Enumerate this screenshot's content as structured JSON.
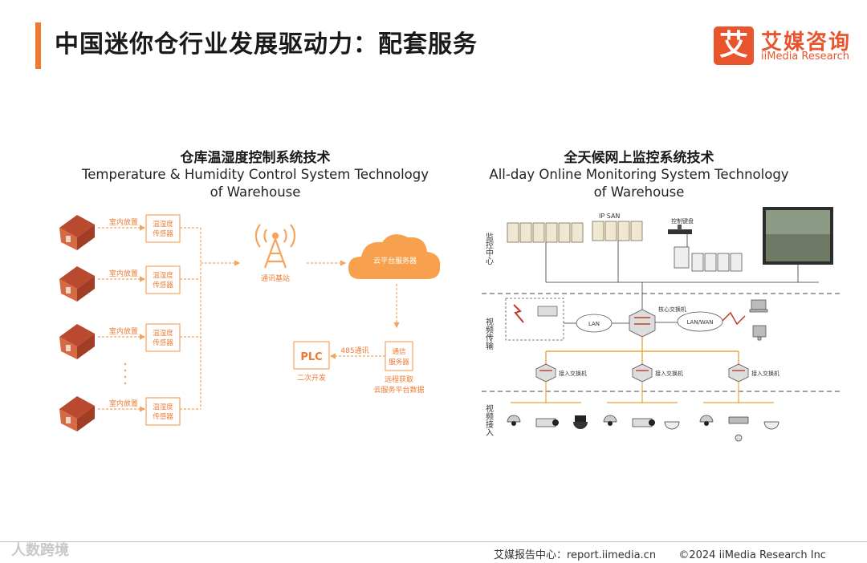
{
  "header": {
    "title": "中国迷你仓行业发展驱动力：配套服务",
    "logo_mark": "艾",
    "logo_cn": "艾媒咨询",
    "logo_en": "iiMedia Research"
  },
  "left_panel": {
    "title_cn": "仓库温湿度控制系统技术",
    "title_en_line1": "Temperature & Humidity Control System Technology",
    "title_en_line2": "of Warehouse",
    "indoor_label": "室内放置",
    "sensor_line1": "温湿度",
    "sensor_line2": "传感器",
    "tower_label": "通讯基站",
    "cloud_label": "云平台服务器",
    "plc_label": "PLC",
    "plc_sub": "二次开发",
    "link_label": "485通讯",
    "comm_server_line1": "通信",
    "comm_server_line2": "服务器",
    "fetch_line1": "远程获取",
    "fetch_line2": "云服务平台数据"
  },
  "right_panel": {
    "title_cn": "全天候网上监控系统技术",
    "title_en_line1": "All-day Online Monitoring System Technology",
    "title_en_line2": "of Warehouse",
    "zone_monitor": "监控中心",
    "zone_transmit": "视频传输",
    "zone_access": "视频接入",
    "lan": "LAN",
    "lanwan": "LAN/WAN",
    "core_switch": "核心交换机",
    "access_switch": "接入交换机",
    "ip_san": "IP SAN",
    "control_keyboard": "控制键盘"
  },
  "footer": {
    "source": "艾媒报告中心：report.iimedia.cn",
    "copyright": "©2024  iiMedia Research  Inc",
    "watermark": "人数跨境"
  },
  "colors": {
    "accent": "#ee7a30",
    "brand": "#e8542c",
    "orange_light": "#f6a35b"
  }
}
